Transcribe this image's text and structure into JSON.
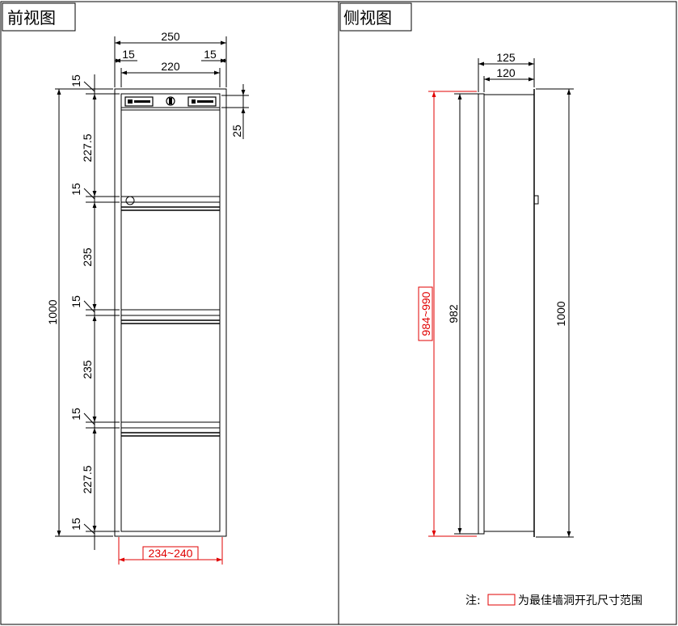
{
  "front_view": {
    "title": "前视图",
    "dims": {
      "overall_width": "250",
      "inner_width": "220",
      "left_margin": "15",
      "right_margin": "15",
      "top_gap": "15",
      "panel_1": "227.5",
      "gap_2": "15",
      "panel_2": "235",
      "gap_3": "15",
      "panel_3": "235",
      "gap_4": "15",
      "panel_4": "227.5",
      "bottom_gap": "15",
      "overall_height": "1000",
      "header_depth": "25",
      "opening_width": "234~240"
    }
  },
  "side_view": {
    "title": "侧视图",
    "dims": {
      "depth_outer": "125",
      "depth_inner": "120",
      "opening_height": "984~990",
      "body_height": "982",
      "overall_height": "1000"
    }
  },
  "note": {
    "prefix": "注:",
    "text": "为最佳墙洞开孔尺寸范围"
  },
  "colors": {
    "line": "#000000",
    "highlight": "#e00000"
  }
}
